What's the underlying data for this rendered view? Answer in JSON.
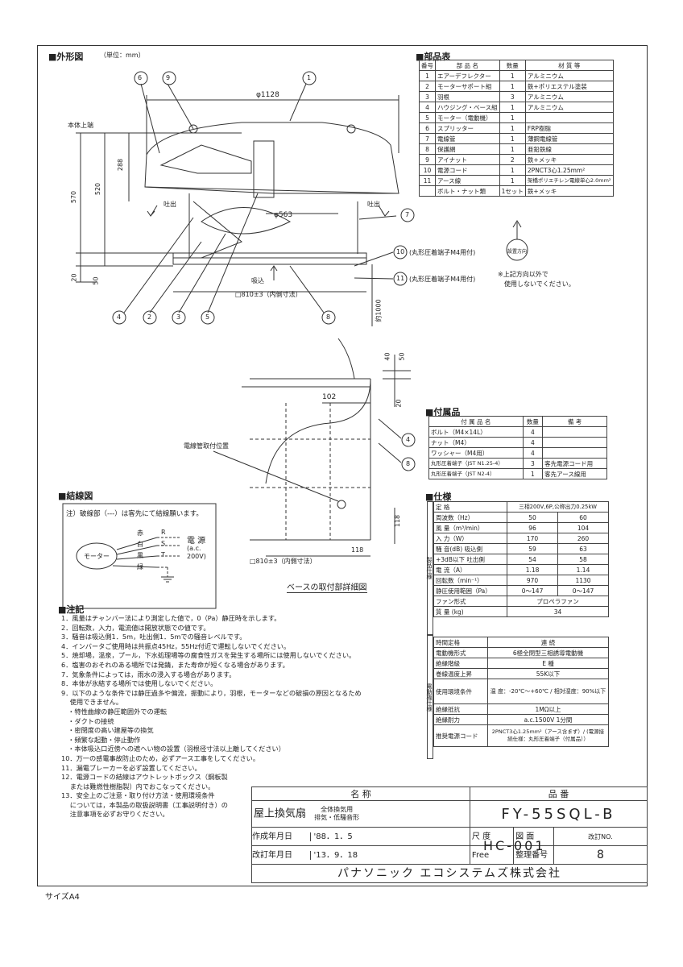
{
  "outline": {
    "title": "■外形図",
    "unit": "（単位：mm）",
    "callouts": [
      "1",
      "2",
      "3",
      "4",
      "5",
      "6",
      "7",
      "8",
      "9"
    ],
    "dims": {
      "phi1128": "φ1128",
      "body_top": "本体上端",
      "d570": "570",
      "d520": "520",
      "d288": "288",
      "d20": "20",
      "d50": "50",
      "phi563": "φ563",
      "outlet_left": "吐出",
      "outlet_right": "吐出",
      "intake": "吸込",
      "base": "□810±3（内側寸法）",
      "about1000": "約1000",
      "n10": "10",
      "n11": "11",
      "c10": "(丸形圧着端子M4用付)",
      "c11": "(丸形圧着端子M4用付)",
      "dir_label": "設置方向",
      "dir_note1": "※上記方向以外で",
      "dir_note2": "使用しないでください。"
    }
  },
  "parts": {
    "title": "■部品表",
    "headers": [
      "番号",
      "部 品 名",
      "数量",
      "材 質 等"
    ],
    "rows": [
      [
        "1",
        "エアーデフレクター",
        "1",
        "アルミニウム"
      ],
      [
        "2",
        "モーターサポート組",
        "1",
        "鉄+ポリエステル塗装"
      ],
      [
        "3",
        "羽根",
        "3",
        "アルミニウム"
      ],
      [
        "4",
        "ハウジング・ベース組",
        "1",
        "アルミニウム"
      ],
      [
        "5",
        "モーター（電動機）",
        "1",
        ""
      ],
      [
        "6",
        "スプリッター",
        "1",
        "FRP樹脂"
      ],
      [
        "7",
        "電線管",
        "1",
        "薄鋼電線管"
      ],
      [
        "8",
        "保護網",
        "1",
        "亜鉛鉄線"
      ],
      [
        "9",
        "アイナット",
        "2",
        "鉄+メッキ"
      ],
      [
        "10",
        "電源コード",
        "1",
        "2PNCT3心1.25mm²"
      ],
      [
        "11",
        "アース線",
        "1",
        "架橋ポリエチレン電線単心2.0mm²"
      ],
      [
        "",
        "ボルト・ナット類",
        "1セット",
        "鉄+メッキ"
      ]
    ]
  },
  "base_detail": {
    "title": "ベースの取付部詳細図",
    "conduit_pos": "電線管取付位置",
    "d40": "40",
    "d50": "50",
    "d20": "20",
    "d102": "102",
    "d118a": "118",
    "d118b": "118",
    "base": "□810±3（内側寸法）",
    "c4": "4",
    "c8": "8"
  },
  "accessories": {
    "title": "■付属品",
    "headers": [
      "付 属 品 名",
      "数量",
      "備 考"
    ],
    "rows": [
      [
        "ボルト（M4×14L）",
        "4",
        ""
      ],
      [
        "ナット（M4）",
        "4",
        ""
      ],
      [
        "ワッシャー（M4用）",
        "4",
        ""
      ],
      [
        "丸形圧着端子（JST N1.25-4）",
        "3",
        "客先電源コード用"
      ],
      [
        "丸形圧着端子（JST N2-4）",
        "1",
        "客先アース線用"
      ]
    ]
  },
  "wiring": {
    "title": "■結線図",
    "note": "注）破線部（---）は客先にて結線願います。",
    "motor": "モーター",
    "colors": [
      "赤",
      "白",
      "黒",
      "緑"
    ],
    "terms": [
      "R",
      "S",
      "T"
    ],
    "power": "電 源",
    "ac1": "(a.c.",
    "ac2": "200V)"
  },
  "spec": {
    "title": "■仕様",
    "side_product": "製品仕様",
    "side_motor": "電動機仕様",
    "rows": [
      {
        "label": "定 格",
        "span": "三相200V,6P,公称出力0.25kW"
      },
      {
        "label": "周波数（Hz）",
        "v1": "50",
        "v2": "60"
      },
      {
        "label": "風 量（m³/min）",
        "v1": "96",
        "v2": "104"
      },
      {
        "label": "入 力（W）",
        "v1": "170",
        "v2": "260"
      },
      {
        "label": "騒 音(dB) 吸込側",
        "v1": "59",
        "v2": "63"
      },
      {
        "label": "+3dB以下 吐出側",
        "v1": "54",
        "v2": "58"
      },
      {
        "label": "電 流（A）",
        "v1": "1.18",
        "v2": "1.14"
      },
      {
        "label": "回転数（min⁻¹）",
        "v1": "970",
        "v2": "1130"
      },
      {
        "label": "静圧使用範囲（Pa）",
        "v1": "0～147",
        "v2": "0～147"
      },
      {
        "label": "ファン形式",
        "span": "プロペラファン"
      },
      {
        "label": "質 量 (kg)",
        "span": "34"
      }
    ],
    "motor_rows": [
      {
        "label": "時間定格",
        "span": "連 続"
      },
      {
        "label": "電動機形式",
        "span": "6極全閉型三相誘導電動機"
      },
      {
        "label": "絶縁階級",
        "span": "E 種"
      },
      {
        "label": "巻線温度上昇",
        "span": "55K以下"
      },
      {
        "label": "使用環境条件",
        "span": "温 度：-20℃～+60℃ / 相対湿度：90%以下"
      },
      {
        "label": "絶縁抵抗",
        "span": "1MΩ以上"
      },
      {
        "label": "絶縁耐力",
        "span": "a.c.1500V 1分間"
      },
      {
        "label": "推奨電源コード",
        "span": "2PNCT3心1.25mm²（アース含まず）/ (電源接続仕様：丸形圧着端子（付属品））"
      }
    ]
  },
  "notes": {
    "title": "■注記",
    "lines": [
      "1．風量はチャンバー法により測定した値で，0（Pa）静圧時を示します。",
      "2．回転数，入力，電流値は開放状態での値です。",
      "3．騒音は吸込側1．5m，吐出側1．5mでの騒音レベルです。",
      "4．インバータご使用時は共振点45Hz，55Hz付近で運転しないでください。",
      "5．焼却場，温泉，プール，下水処理場等の腐食性ガスを発生する場所には使用しないでください。",
      "6．塩害のおそれのある場所では発錆，また寿命が短くなる場合があります。",
      "7．気象条件によっては，雨水の浸入する場合があります。",
      "8．本体が氷結する場所では使用しないでください。",
      "9．以下のような条件では静圧過多や偏流，振動により，羽根，モーターなどの破損の原因となるため",
      "　 使用できません。",
      "　・特性曲線の静圧範囲外での運転",
      "　・ダクトの接続",
      "　・密閉度の高い建屋等の換気",
      "　・頻繁な起動・停止動作",
      "　・本体吸込口近傍への遮へい物の設置（羽根径寸法以上離してください）",
      "10．万一の感電事故防止のため，必ずアース工事をしてください。",
      "11．漏電ブレーカーを必ず設置してください。",
      "12．電源コードの結線はアウトレットボックス（鋼板製",
      "　 または難燃性樹脂製）内でおこなってください。",
      "13．安全上のご注意・取り付け方法・使用環境条件",
      "　 については，本製品の取扱説明書（工事説明付き）の",
      "　 注意事項を必ずお守りください。"
    ]
  },
  "title_block": {
    "name_h": "名 称",
    "code_h": "品 番",
    "name": "屋上換気扇",
    "name_sub1": "全体換気用",
    "name_sub2": "排気・低騒音形",
    "code": "FY-55SQL-B",
    "created_l": "作成年月日",
    "created": "'88．1．5",
    "scale_l": "尺 度",
    "scale": "Free",
    "drawing_l": "図 面",
    "revised_l": "改訂年月日",
    "revised": "'13．9．18",
    "ctrl_l": "整理番号",
    "ctrl": "HC-001",
    "revno_l": "改訂NO.",
    "revno": "8",
    "company": "パナソニック エコシステムズ株式会社"
  },
  "size": "サイズA4"
}
